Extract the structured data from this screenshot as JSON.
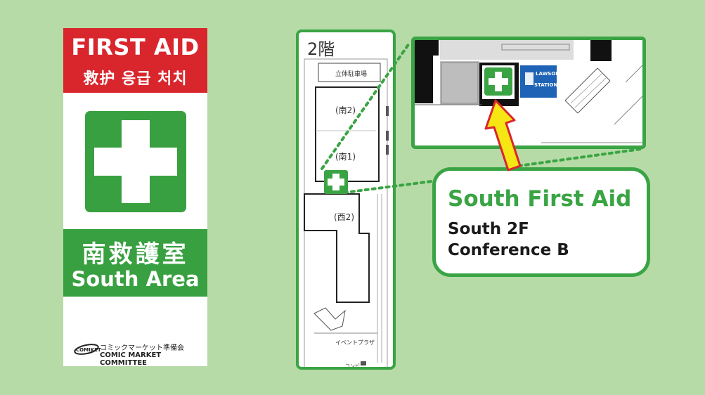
{
  "colors": {
    "background": "#b6dba6",
    "sign_red": "#d9262d",
    "green": "#3aa444",
    "arrow_yellow": "#f5e614",
    "arrow_red": "#d9262d",
    "lawson_blue": "#1e63b6"
  },
  "sign": {
    "title": "FIRST AID",
    "subtitle": "救护 응급 처치",
    "icon": "first-aid-cross-icon",
    "room": "南救護室",
    "area": "South Area",
    "org_jp": "コミックマーケット準備会",
    "org_en": "COMIC MARKET COMMITTEE",
    "logo_text": "COMIKET"
  },
  "floormap": {
    "floor": "2階",
    "labels": {
      "parking": "立体駐車場",
      "south2": "(南2)",
      "south1": "(南1)",
      "west2": "(西2)",
      "event_plaza": "イベントプラザ",
      "convenience": "コンビニ"
    }
  },
  "zoom": {
    "store_logo_top": "LAWSON",
    "store_logo_bottom": "STATION",
    "icon": "first-aid-cross-icon"
  },
  "callout": {
    "title": "South First Aid",
    "line1": "South 2F",
    "line2": "Conference B"
  }
}
